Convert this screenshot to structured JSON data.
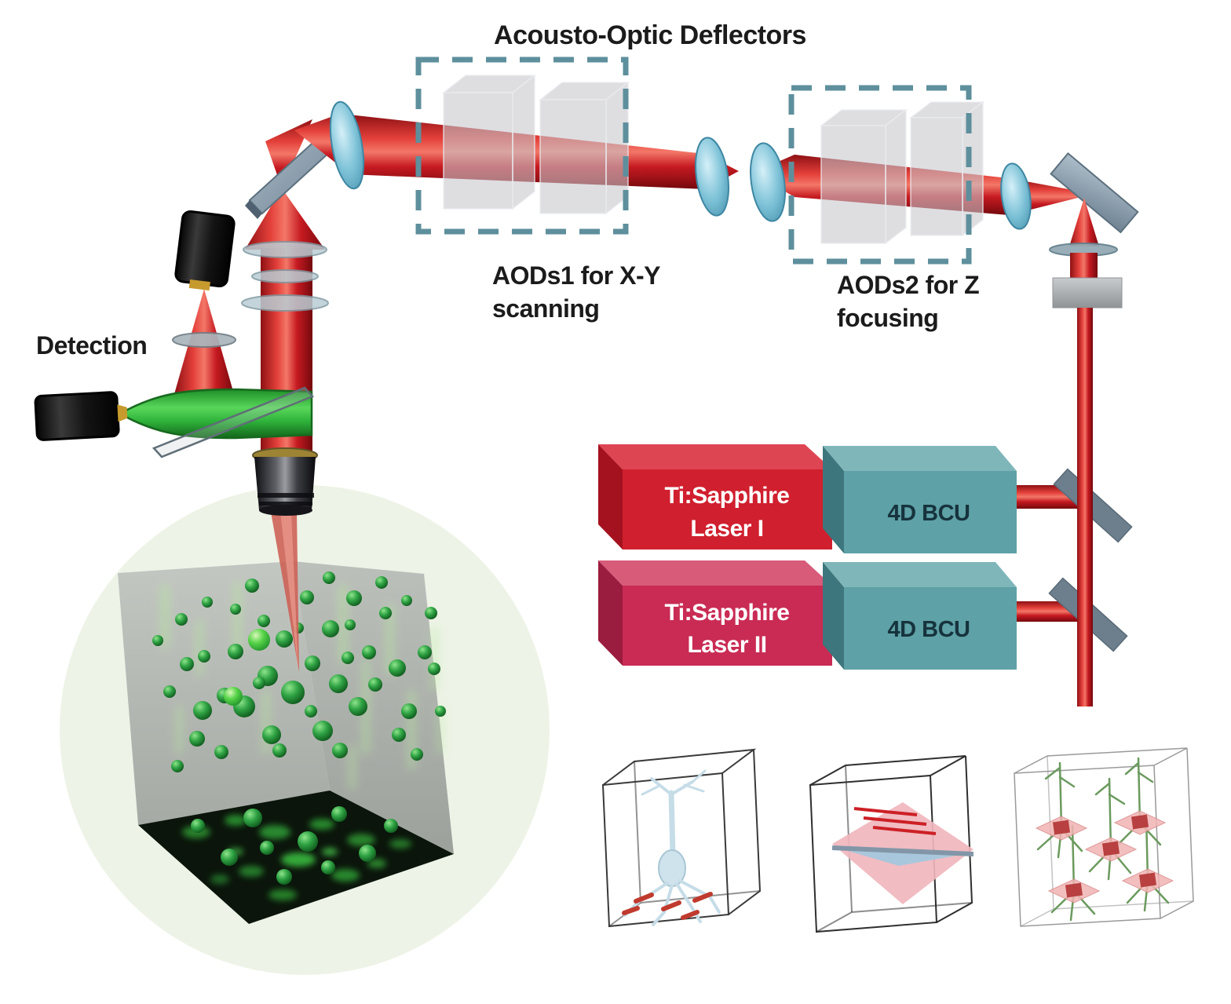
{
  "diagram": {
    "title": "Acousto-Optic Deflectors",
    "labels": {
      "detection": "Detection",
      "aods1_line1": "AODs1 for X-Y",
      "aods1_line2": "scanning",
      "aods2_line1": "AODs2 for Z",
      "aods2_line2": "focusing"
    },
    "laser1": {
      "line1": "Ti:Sapphire",
      "line2": "Laser I"
    },
    "laser2": {
      "line1": "Ti:Sapphire",
      "line2": "Laser II"
    },
    "bcu1_label": "4D BCU",
    "bcu2_label": "4D BCU",
    "colors": {
      "beam_red": "#cf1d24",
      "dashed_box_teal": "#5e8f9c",
      "lens_blue": "#7fc1d6",
      "laser1_red": "#d01f2e",
      "laser2_pink": "#c92b54",
      "bcu_teal": "#5ea1a6",
      "emission_green": "#3dc944",
      "sample_circle": "#edf3e6",
      "text_dark": "#1b1b1b"
    }
  }
}
